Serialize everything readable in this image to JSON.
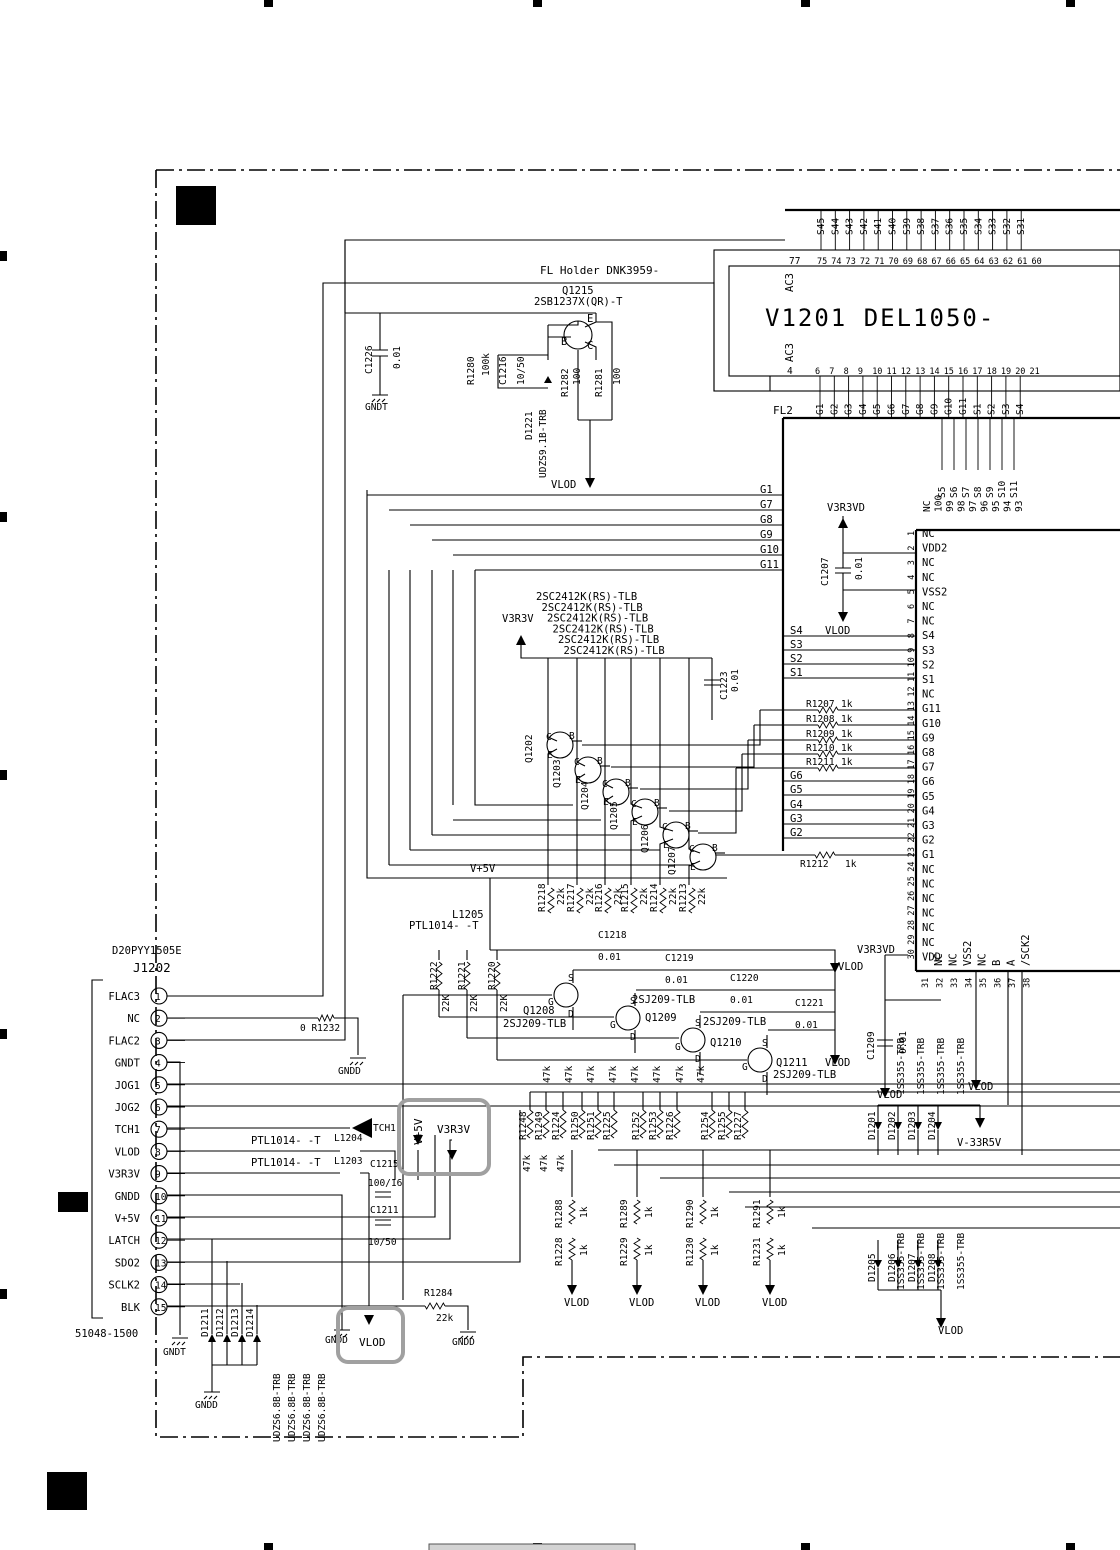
{
  "vfd": {
    "ref": "V1201 DEL1050-",
    "holder": "FL Holder DNK3959-",
    "fl_label": "FL2",
    "ac_labels": [
      "AC3",
      "AC3"
    ],
    "top_segments": [
      "S45",
      "S44",
      "S43",
      "S42",
      "S41",
      "S40",
      "S39",
      "S38",
      "S37",
      "S36",
      "S35",
      "S34",
      "S33",
      "S32",
      "S31"
    ],
    "top_pins": [
      "75",
      "74",
      "73",
      "72",
      "71",
      "70",
      "69",
      "68",
      "67",
      "66",
      "65",
      "64",
      "63",
      "62",
      "61",
      "60"
    ],
    "top_left_pin": "77",
    "bottom_pins": [
      "4",
      "6",
      "7",
      "8",
      "9",
      "10",
      "11",
      "12",
      "13",
      "14",
      "15",
      "16",
      "17",
      "18",
      "19",
      "20",
      "21"
    ],
    "bottom_labels": [
      "G1",
      "G2",
      "G3",
      "G4",
      "G5",
      "G6",
      "G7",
      "G8",
      "G9",
      "G10",
      "G11",
      "S1",
      "S2",
      "S3",
      "S4"
    ]
  },
  "q1215": {
    "ref": "Q1215",
    "part": "2SB1237X(QR)-T",
    "b": "B",
    "c": "C",
    "e": "E"
  },
  "r1280": {
    "ref": "R1280",
    "value": "100k"
  },
  "c1216": {
    "ref": "C1216",
    "value": "10/50"
  },
  "r1282": {
    "ref": "R1282",
    "value": "100"
  },
  "r1281": {
    "ref": "R1281",
    "value": "100"
  },
  "d1221": {
    "ref": "D1221",
    "part": "UDZS9.1B-TRB"
  },
  "c1226": {
    "ref": "C1226",
    "value": "0.01",
    "gnd": "GNDT"
  },
  "grid_labels": [
    "G1",
    "G7",
    "G8",
    "G9",
    "G10",
    "G11"
  ],
  "seg_labels": [
    "S4",
    "S3",
    "S2",
    "S1"
  ],
  "g_low_labels": [
    "G6",
    "G5",
    "G4",
    "G3",
    "G2"
  ],
  "driver": {
    "pins_left": [
      "1",
      "2",
      "3",
      "4",
      "5",
      "6",
      "7",
      "8",
      "9",
      "10",
      "11",
      "12",
      "13",
      "14",
      "15",
      "16",
      "17",
      "18",
      "19",
      "20",
      "21",
      "22",
      "23",
      "24",
      "25",
      "26",
      "27",
      "28",
      "29",
      "30"
    ],
    "names_left": [
      "NC",
      "VDD2",
      "NC",
      "NC",
      "VSS2",
      "NC",
      "NC",
      "S4",
      "S3",
      "S2",
      "S1",
      "NC",
      "G11",
      "G10",
      "G9",
      "G8",
      "G7",
      "G6",
      "G5",
      "G4",
      "G3",
      "G2",
      "G1",
      "NC",
      "NC",
      "NC",
      "NC",
      "NC",
      "NC",
      "VDD"
    ],
    "top_names": [
      "NC",
      "100",
      "99",
      "98",
      "97",
      "96",
      "95",
      "94",
      "93"
    ],
    "top_segs": [
      "S5",
      "S6",
      "S7",
      "S8",
      "S9",
      "S10",
      "S11"
    ],
    "bottom_pins": [
      "31",
      "32",
      "33",
      "34",
      "35",
      "36",
      "37",
      "38"
    ],
    "bottom_names": [
      "NC",
      "NC",
      "VSS2",
      "NC",
      "B",
      "A",
      "/SCK2"
    ],
    "v3r3vd": "V3R3VD",
    "vlod": "VLOD"
  },
  "c1207": {
    "ref": "C1207",
    "value": "0.01"
  },
  "c1223": {
    "ref": "C1223",
    "value": "0.01"
  },
  "c1209": {
    "ref": "C1209",
    "value": "0.01"
  },
  "transistor_parts": [
    "2SC2412K(RS)-TLB",
    "2SC2412K(RS)-TLB",
    "2SC2412K(RS)-TLB",
    "2SC2412K(RS)-TLB",
    "2SC2412K(RS)-TLB",
    "2SC2412K(RS)-TLB"
  ],
  "transistors": [
    "Q1202",
    "Q1203",
    "Q1204",
    "Q1205",
    "Q1206",
    "Q1207"
  ],
  "v3r3v": "V3R3V",
  "grid_resistors": [
    {
      "ref": "R1207",
      "value": "1k"
    },
    {
      "ref": "R1208",
      "value": "1k"
    },
    {
      "ref": "R1209",
      "value": "1k"
    },
    {
      "ref": "R1210",
      "value": "1k"
    },
    {
      "ref": "R1211",
      "value": "1k"
    },
    {
      "ref": "R1212",
      "value": "1k"
    }
  ],
  "base_resistors": [
    "R1218",
    "R1217",
    "R1216",
    "R1215",
    "R1214",
    "R1213"
  ],
  "base_values": [
    "22k",
    "22k",
    "22k",
    "22k",
    "22k",
    "22k"
  ],
  "vp5v": "V+5V",
  "l1205": {
    "ref": "L1205",
    "part": "PTL1014- -T"
  },
  "fets": [
    {
      "ref": "Q1208",
      "part": "2SJ209-TLB"
    },
    {
      "ref": "Q1209",
      "part": "2SJ209-TLB"
    },
    {
      "ref": "Q1210",
      "part": "2SJ209-TLB"
    },
    {
      "ref": "Q1211",
      "part": "2SJ209-TLB"
    }
  ],
  "fet_pins": [
    "G",
    "S",
    "D"
  ],
  "fet_caps": [
    {
      "ref": "C1218",
      "value": "0.01"
    },
    {
      "ref": "C1219",
      "value": "0.01"
    },
    {
      "ref": "C1220",
      "value": "0.01"
    },
    {
      "ref": "C1221",
      "value": "0.01"
    }
  ],
  "gate_resistors": [
    {
      "ref": "R1222",
      "value": "22K"
    },
    {
      "ref": "R1221",
      "value": "22K"
    },
    {
      "ref": "R1220",
      "value": "22K"
    }
  ],
  "pull_values": [
    "47k",
    "47k",
    "47k",
    "47k",
    "47k",
    "47k",
    "47k",
    "47k"
  ],
  "lower_resistors": [
    "R1248",
    "R1249",
    "R1224",
    "R1250",
    "R1251",
    "R1225",
    "R1252",
    "R1253",
    "R1226",
    "R1254",
    "R1255",
    "R1227"
  ],
  "lower_values": [
    "47k",
    "47k",
    "47k"
  ],
  "vlod_resistors": [
    {
      "ref": "R1288",
      "value": "1k"
    },
    {
      "ref": "R1289",
      "value": "1k"
    },
    {
      "ref": "R1290",
      "value": "1k"
    },
    {
      "ref": "R1291",
      "value": "1k"
    },
    {
      "ref": "R1228",
      "value": "1k"
    },
    {
      "ref": "R1229",
      "value": "1k"
    },
    {
      "ref": "R1230",
      "value": "1k"
    },
    {
      "ref": "R1231",
      "value": "1k"
    }
  ],
  "diodes_top": [
    "D1201",
    "D1202",
    "D1203",
    "D1204"
  ],
  "diodes_bot": [
    "D1205",
    "D1206",
    "D1207",
    "D1208"
  ],
  "diode_part": "1SS355-TRB",
  "v33r5v": "V-33R5V",
  "connector": {
    "ref": "J1202",
    "part": "D20PYY1505E",
    "footer": "51048-1500",
    "pins": [
      {
        "num": "1",
        "name": "FLAC3"
      },
      {
        "num": "2",
        "name": "NC"
      },
      {
        "num": "3",
        "name": "FLAC2"
      },
      {
        "num": "4",
        "name": "GNDT"
      },
      {
        "num": "5",
        "name": "JOG1"
      },
      {
        "num": "6",
        "name": "JOG2"
      },
      {
        "num": "7",
        "name": "TCH1"
      },
      {
        "num": "8",
        "name": "VLOD"
      },
      {
        "num": "9",
        "name": "V3R3V"
      },
      {
        "num": "10",
        "name": "GNDD"
      },
      {
        "num": "11",
        "name": "V+5V"
      },
      {
        "num": "12",
        "name": "LATCH"
      },
      {
        "num": "13",
        "name": "SDO2"
      },
      {
        "num": "14",
        "name": "SCLK2"
      },
      {
        "num": "15",
        "name": "BLK"
      }
    ]
  },
  "r1232": {
    "ref": "R1232",
    "value": "0"
  },
  "gndd": "GNDD",
  "gndt": "GNDT",
  "tch1": "TCH1",
  "l1204": {
    "ref": "L1204",
    "part": "PTL1014- -T"
  },
  "l1203": {
    "ref": "L1203",
    "part": "PTL1014- -T"
  },
  "c1215": {
    "ref": "C1215",
    "value": "100/16"
  },
  "c1211": {
    "ref": "C1211",
    "value": "10/50"
  },
  "r1284": {
    "ref": "R1284",
    "value": "22k"
  },
  "zeners": [
    "D1211",
    "D1212",
    "D1213",
    "D1214"
  ],
  "zener_part": "UDZS6.8B-TRB",
  "highlight_labels": [
    "V+5V",
    "V3R3V",
    "VLOD"
  ]
}
